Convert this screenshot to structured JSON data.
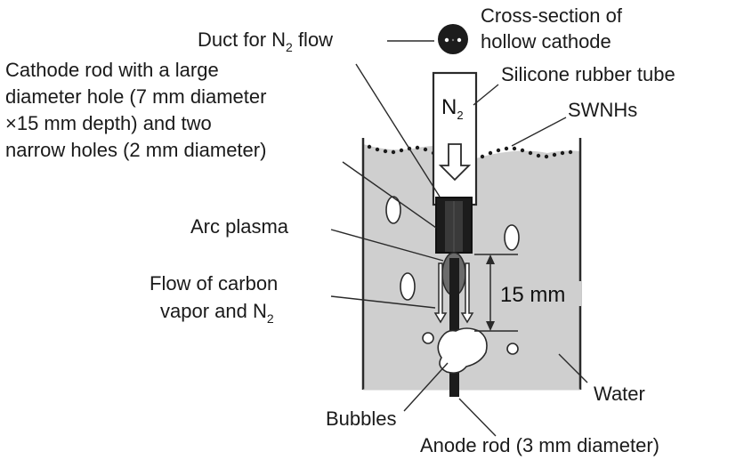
{
  "labels": {
    "cross_section_line1": "Cross-section of",
    "cross_section_line2": "hollow cathode",
    "duct_main": "Duct for N",
    "duct_sub": "2",
    "duct_tail": " flow",
    "silicone_tube": "Silicone rubber tube",
    "cathode_line1": "Cathode rod with a large",
    "cathode_line2": "diameter hole (7 mm diameter",
    "cathode_line3": "×15 mm depth) and two",
    "cathode_line4": "narrow holes (2 mm diameter)",
    "swnhs": "SWNHs",
    "n2_main": "N",
    "n2_sub": "2",
    "arc_plasma": "Arc plasma",
    "dimension": "15 mm",
    "flow_line1": "Flow of carbon",
    "flow_line2_main": "vapor and N",
    "flow_line2_sub": "2",
    "water": "Water",
    "bubbles": "Bubbles",
    "anode": "Anode rod (3 mm diameter)"
  },
  "colors": {
    "water": "#cfcfcf",
    "outline": "#2a2a2a",
    "rod": "#1c1c1c",
    "plasma": "#6b6b6b"
  }
}
